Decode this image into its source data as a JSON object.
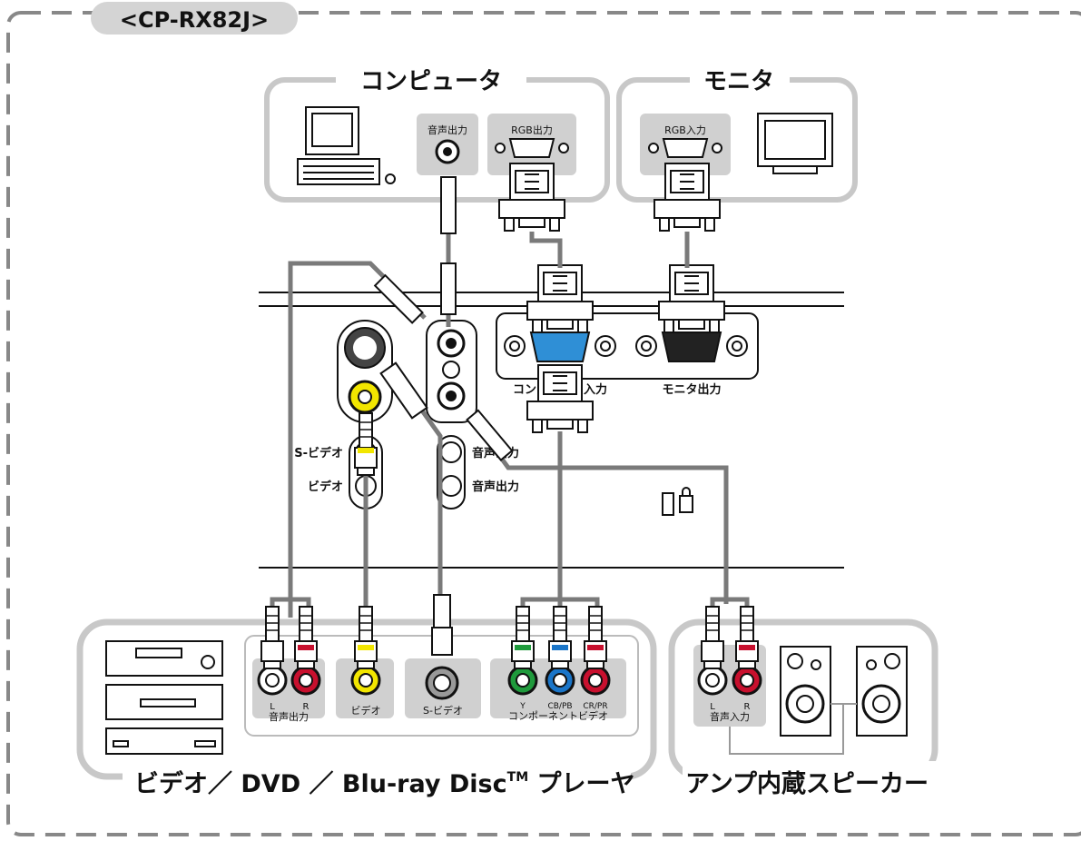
{
  "model_label": "<CP-RX82J>",
  "computer": {
    "title": "コンピュータ",
    "audio_out_label": "音声出力",
    "rgb_out_label": "RGB出力"
  },
  "monitor": {
    "title": "モニタ",
    "rgb_in_label": "RGB入力"
  },
  "projector": {
    "computer_in_label": "コンピュータ入力",
    "monitor_out_label": "モニタ出力",
    "svideo_label": "S-ビデオ",
    "video_label": "ビデオ",
    "audio_out_label_1": "音声出力",
    "audio_out_label_2": "音声出力"
  },
  "player": {
    "title_main": "ビデオ／ DVD ／ Blu-ray Disc",
    "title_tm": "TM",
    "title_tail": " プレーヤ",
    "l_label": "L",
    "r_label": "R",
    "audio_out_label": "音声出力",
    "video_label": "ビデオ",
    "svideo_label": "S-ビデオ",
    "y_label": "Y",
    "cb_label": "CB/PB",
    "cr_label": "CR/PR",
    "component_label": "コンポーネントビデオ"
  },
  "speaker": {
    "title": "アンプ内蔵スピーカー",
    "l_label": "L",
    "r_label": "R",
    "audio_in_label": "音声入力"
  },
  "colors": {
    "cable": "#7a7a7a",
    "panel": "#d0d0d0",
    "yellow": "#f2e600",
    "red": "#c8102e",
    "green": "#1f9a3c",
    "blue": "#1a75c8",
    "white": "#ffffff",
    "vga_blue": "#2f8fd6"
  }
}
